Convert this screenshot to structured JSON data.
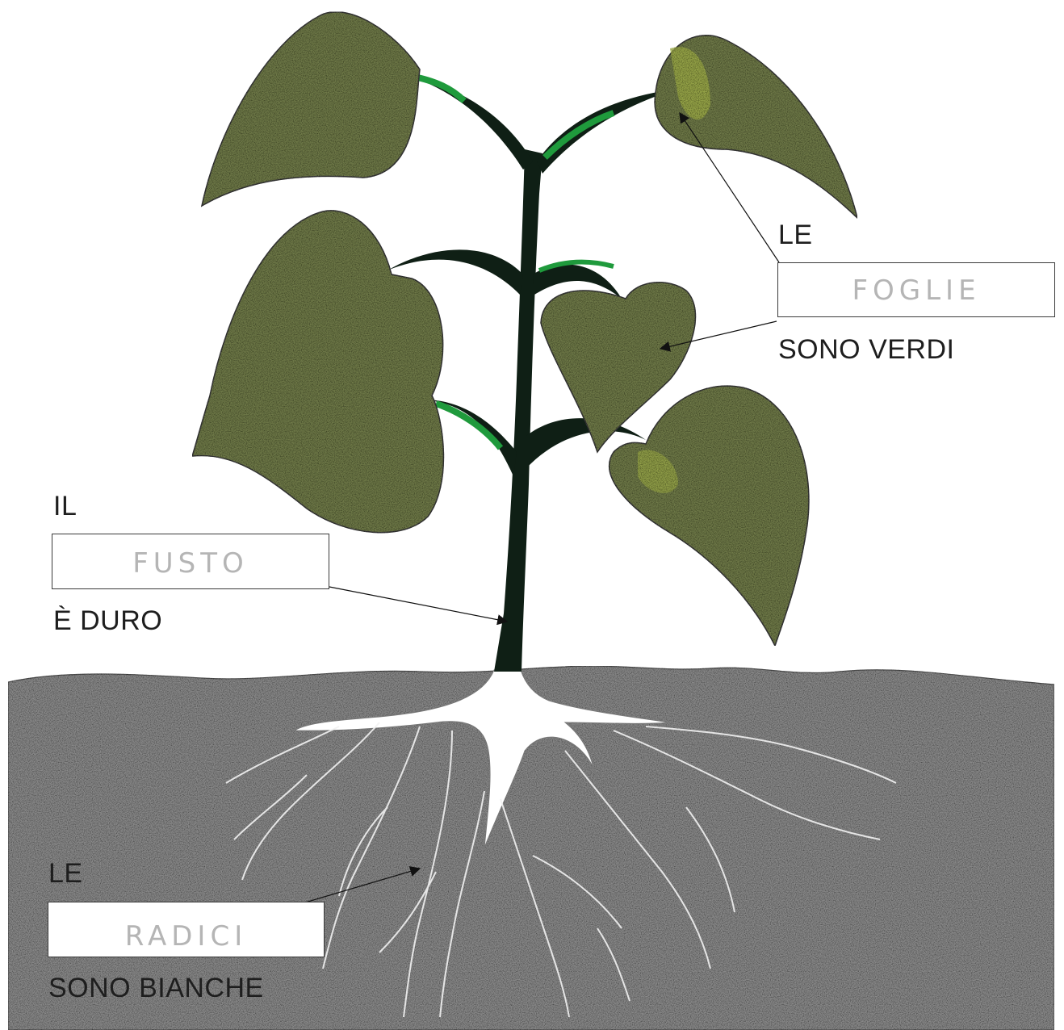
{
  "colors": {
    "leaf_fill": "#6f7a4a",
    "leaf_highlight": "#a8b84a",
    "stem": "#0f1f15",
    "stem_highlight": "#1f9a3c",
    "soil": "#8a8a8a",
    "roots": "#ffffff",
    "handwriting": "#b5b5b5"
  },
  "labels": {
    "leaves": {
      "article": "LE",
      "answer": "FOGLIE",
      "predicate": "SONO VERDI"
    },
    "stem": {
      "article": "IL",
      "answer": "FUSTO",
      "predicate": "È DURO"
    },
    "roots": {
      "article": "LE",
      "answer": "RADICI",
      "predicate": "SONO BIANCHE"
    }
  }
}
